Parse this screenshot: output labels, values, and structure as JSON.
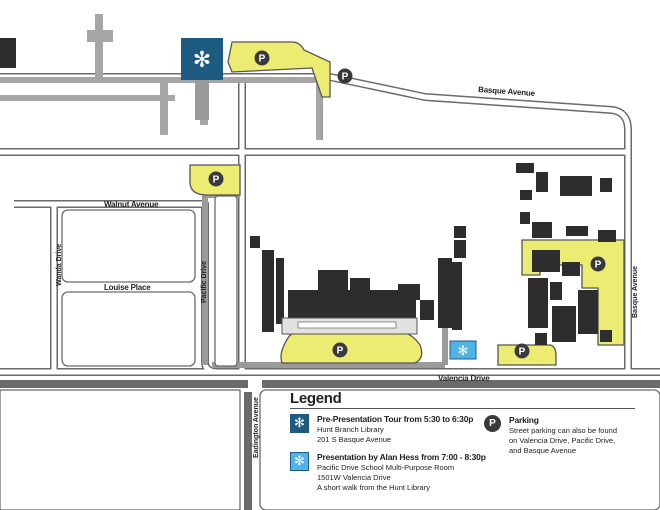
{
  "colors": {
    "road": "#9a9a9a",
    "building": "#2d2d2d",
    "parking": "#ecec72",
    "parking_stroke": "#555555",
    "event1": "#1e5b80",
    "event2": "#4fb3e6"
  },
  "streets": {
    "basque": "Basque Avenue",
    "walnut": "Walnut Avenue",
    "louise": "Louise Place",
    "wanda": "Wanda Drive",
    "pacific": "Pacific Drive",
    "valencia": "Valencia Drive",
    "eadington": "Eadington Avenue"
  },
  "map_markers": {
    "parking_letter": "P",
    "event_icon": "snowflake-icon"
  },
  "legend": {
    "title": "Legend",
    "tour": {
      "title": "Pre-Presentation Tour from 5:30 to 6:30p",
      "line1": "Hunt Branch Library",
      "line2": "201 S Basque Avenue"
    },
    "presentation": {
      "title": "Presentation by Alan Hess from 7:00 - 8:30p",
      "line1": "Pacific Drive School Multi-Purpose Room",
      "line2": "1501W Valencia Drive",
      "line3": "A short walk from the Hunt Library"
    },
    "parking": {
      "title": "Parking",
      "line1": "Street parking can also be found",
      "line2": "on Valencia Drive, Pacific Drive,",
      "line3": "and Basque Avenue"
    }
  }
}
